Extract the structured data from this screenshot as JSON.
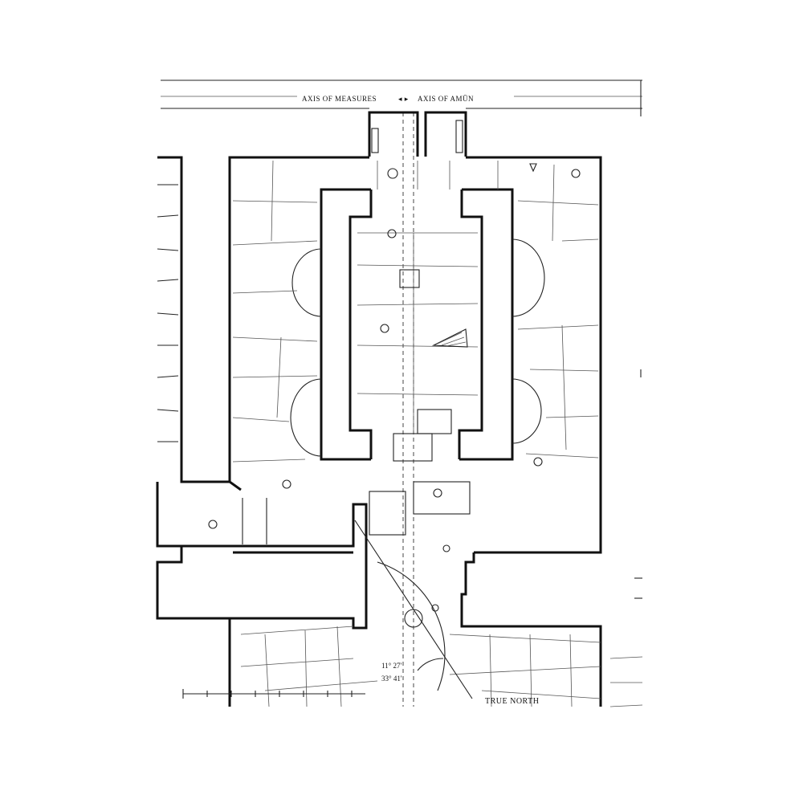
{
  "plan": {
    "axis_measures_label": "AXIS OF MEASURES",
    "axis_amun_label": "AXIS OF AMŪN",
    "angle_upper": "11° 27'",
    "angle_lower": "33° 41'",
    "true_north_label": "TRUE NORTH"
  }
}
